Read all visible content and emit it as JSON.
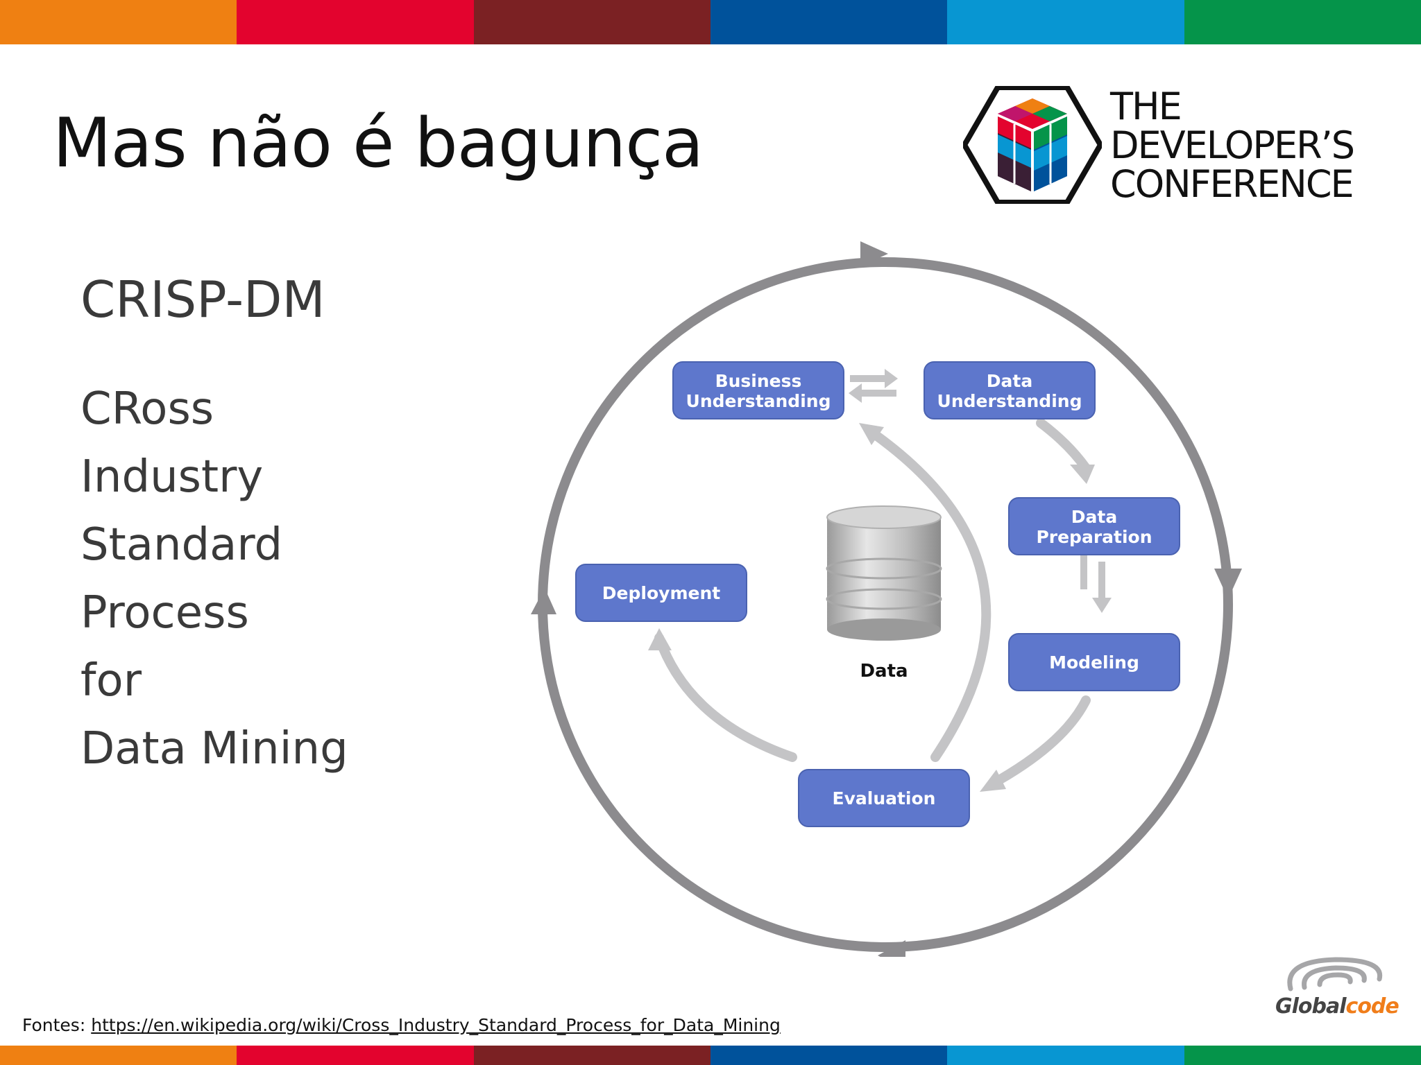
{
  "slide": {
    "title": "Mas não é bagunça",
    "subtitle": "CRISP-DM",
    "expansion": [
      "CRoss",
      "Industry",
      "Standard",
      "Process",
      "for",
      "Data Mining"
    ]
  },
  "logo": {
    "lines": [
      "THE",
      "DEVELOPER’S",
      "CONFERENCE"
    ]
  },
  "diagram": {
    "phases": {
      "business": [
        "Business",
        "Understanding"
      ],
      "data_understanding": [
        "Data",
        "Understanding"
      ],
      "data_preparation": [
        "Data",
        "Preparation"
      ],
      "modeling": [
        "Modeling"
      ],
      "evaluation": [
        "Evaluation"
      ],
      "deployment": [
        "Deployment"
      ]
    },
    "center_label": "Data"
  },
  "footer": {
    "prefix": "Fontes: ",
    "link": "https://en.wikipedia.org/wiki/Cross_Industry_Standard_Process_for_Data_Mining"
  },
  "brand": {
    "globalcode_a": "Global",
    "globalcode_b": "code"
  },
  "colors": {
    "stripe": [
      "#ef8012",
      "#e3032e",
      "#7b2123",
      "#00529b",
      "#0896d2",
      "#05944a"
    ],
    "phase_box": "#5e77cc",
    "cycle_arrow": "#8c8b8e",
    "inner_arrow": "#c4c4c6"
  },
  "icons": {
    "logo": "cube-hexagon-logo",
    "center": "database-cylinder-icon",
    "globalcode": "swirl-logo"
  }
}
